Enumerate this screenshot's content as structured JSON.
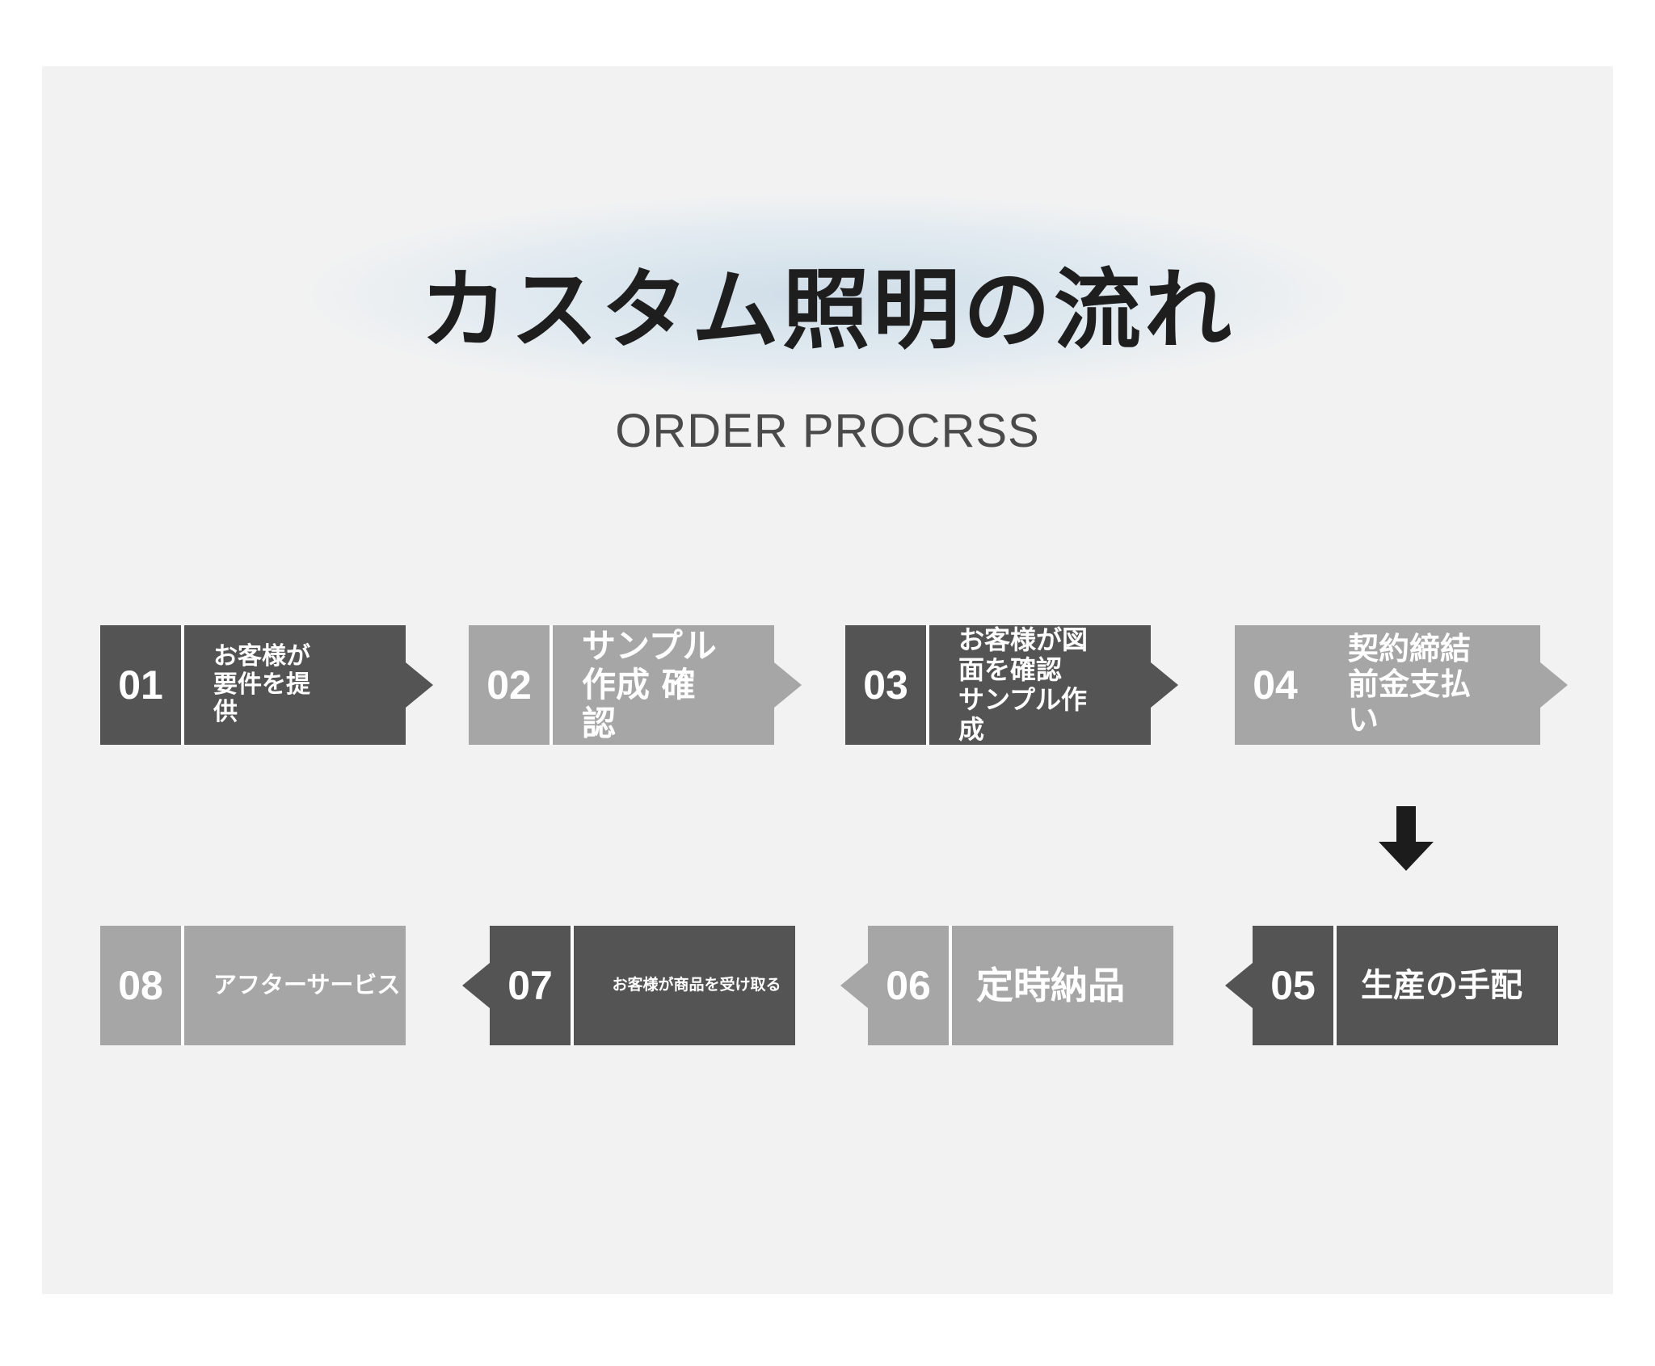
{
  "title": "カスタム照明の流れ",
  "subtitle": "ORDER PROCRSS",
  "colors": {
    "dark": "#545454",
    "light": "#a6a6a6",
    "text": "#ffffff"
  },
  "steps": [
    {
      "num": "01",
      "label": "お客様が\n要件を提\n供",
      "tone": "dark"
    },
    {
      "num": "02",
      "label": "サンプル\n作成 確\n認",
      "tone": "light"
    },
    {
      "num": "03",
      "label": "お客様が図\n面を確認\nサンプル作\n成",
      "tone": "dark"
    },
    {
      "num": "04",
      "label": "契約締結\n前金支払\nい",
      "tone": "light"
    },
    {
      "num": "05",
      "label": "生産の手配",
      "tone": "dark"
    },
    {
      "num": "06",
      "label": "定時納品",
      "tone": "light"
    },
    {
      "num": "07",
      "label": "お客様が商品を受け取る",
      "tone": "dark"
    },
    {
      "num": "08",
      "label": "アフターサービス",
      "tone": "light"
    }
  ],
  "connector": {
    "icon": "arrow-down-icon"
  }
}
